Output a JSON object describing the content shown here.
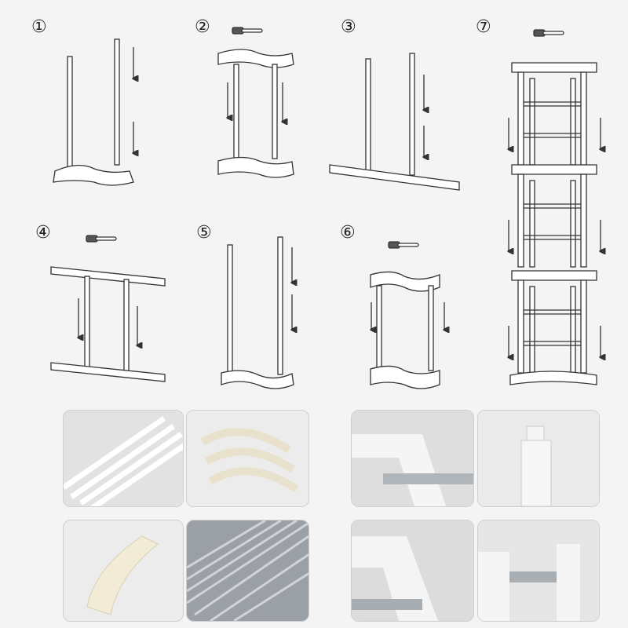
{
  "steps": [
    {
      "label": "①"
    },
    {
      "label": "②"
    },
    {
      "label": "③"
    },
    {
      "label": "④"
    },
    {
      "label": "⑤"
    },
    {
      "label": "⑥"
    },
    {
      "label": "⑦"
    }
  ],
  "icons": {
    "hammer": "hammer-icon",
    "arrow": "arrow-down-icon"
  },
  "colors": {
    "line": "#333333",
    "background": "#f4f4f4",
    "plastic": "#f3f0e6",
    "metal": "#a9aeb3"
  }
}
